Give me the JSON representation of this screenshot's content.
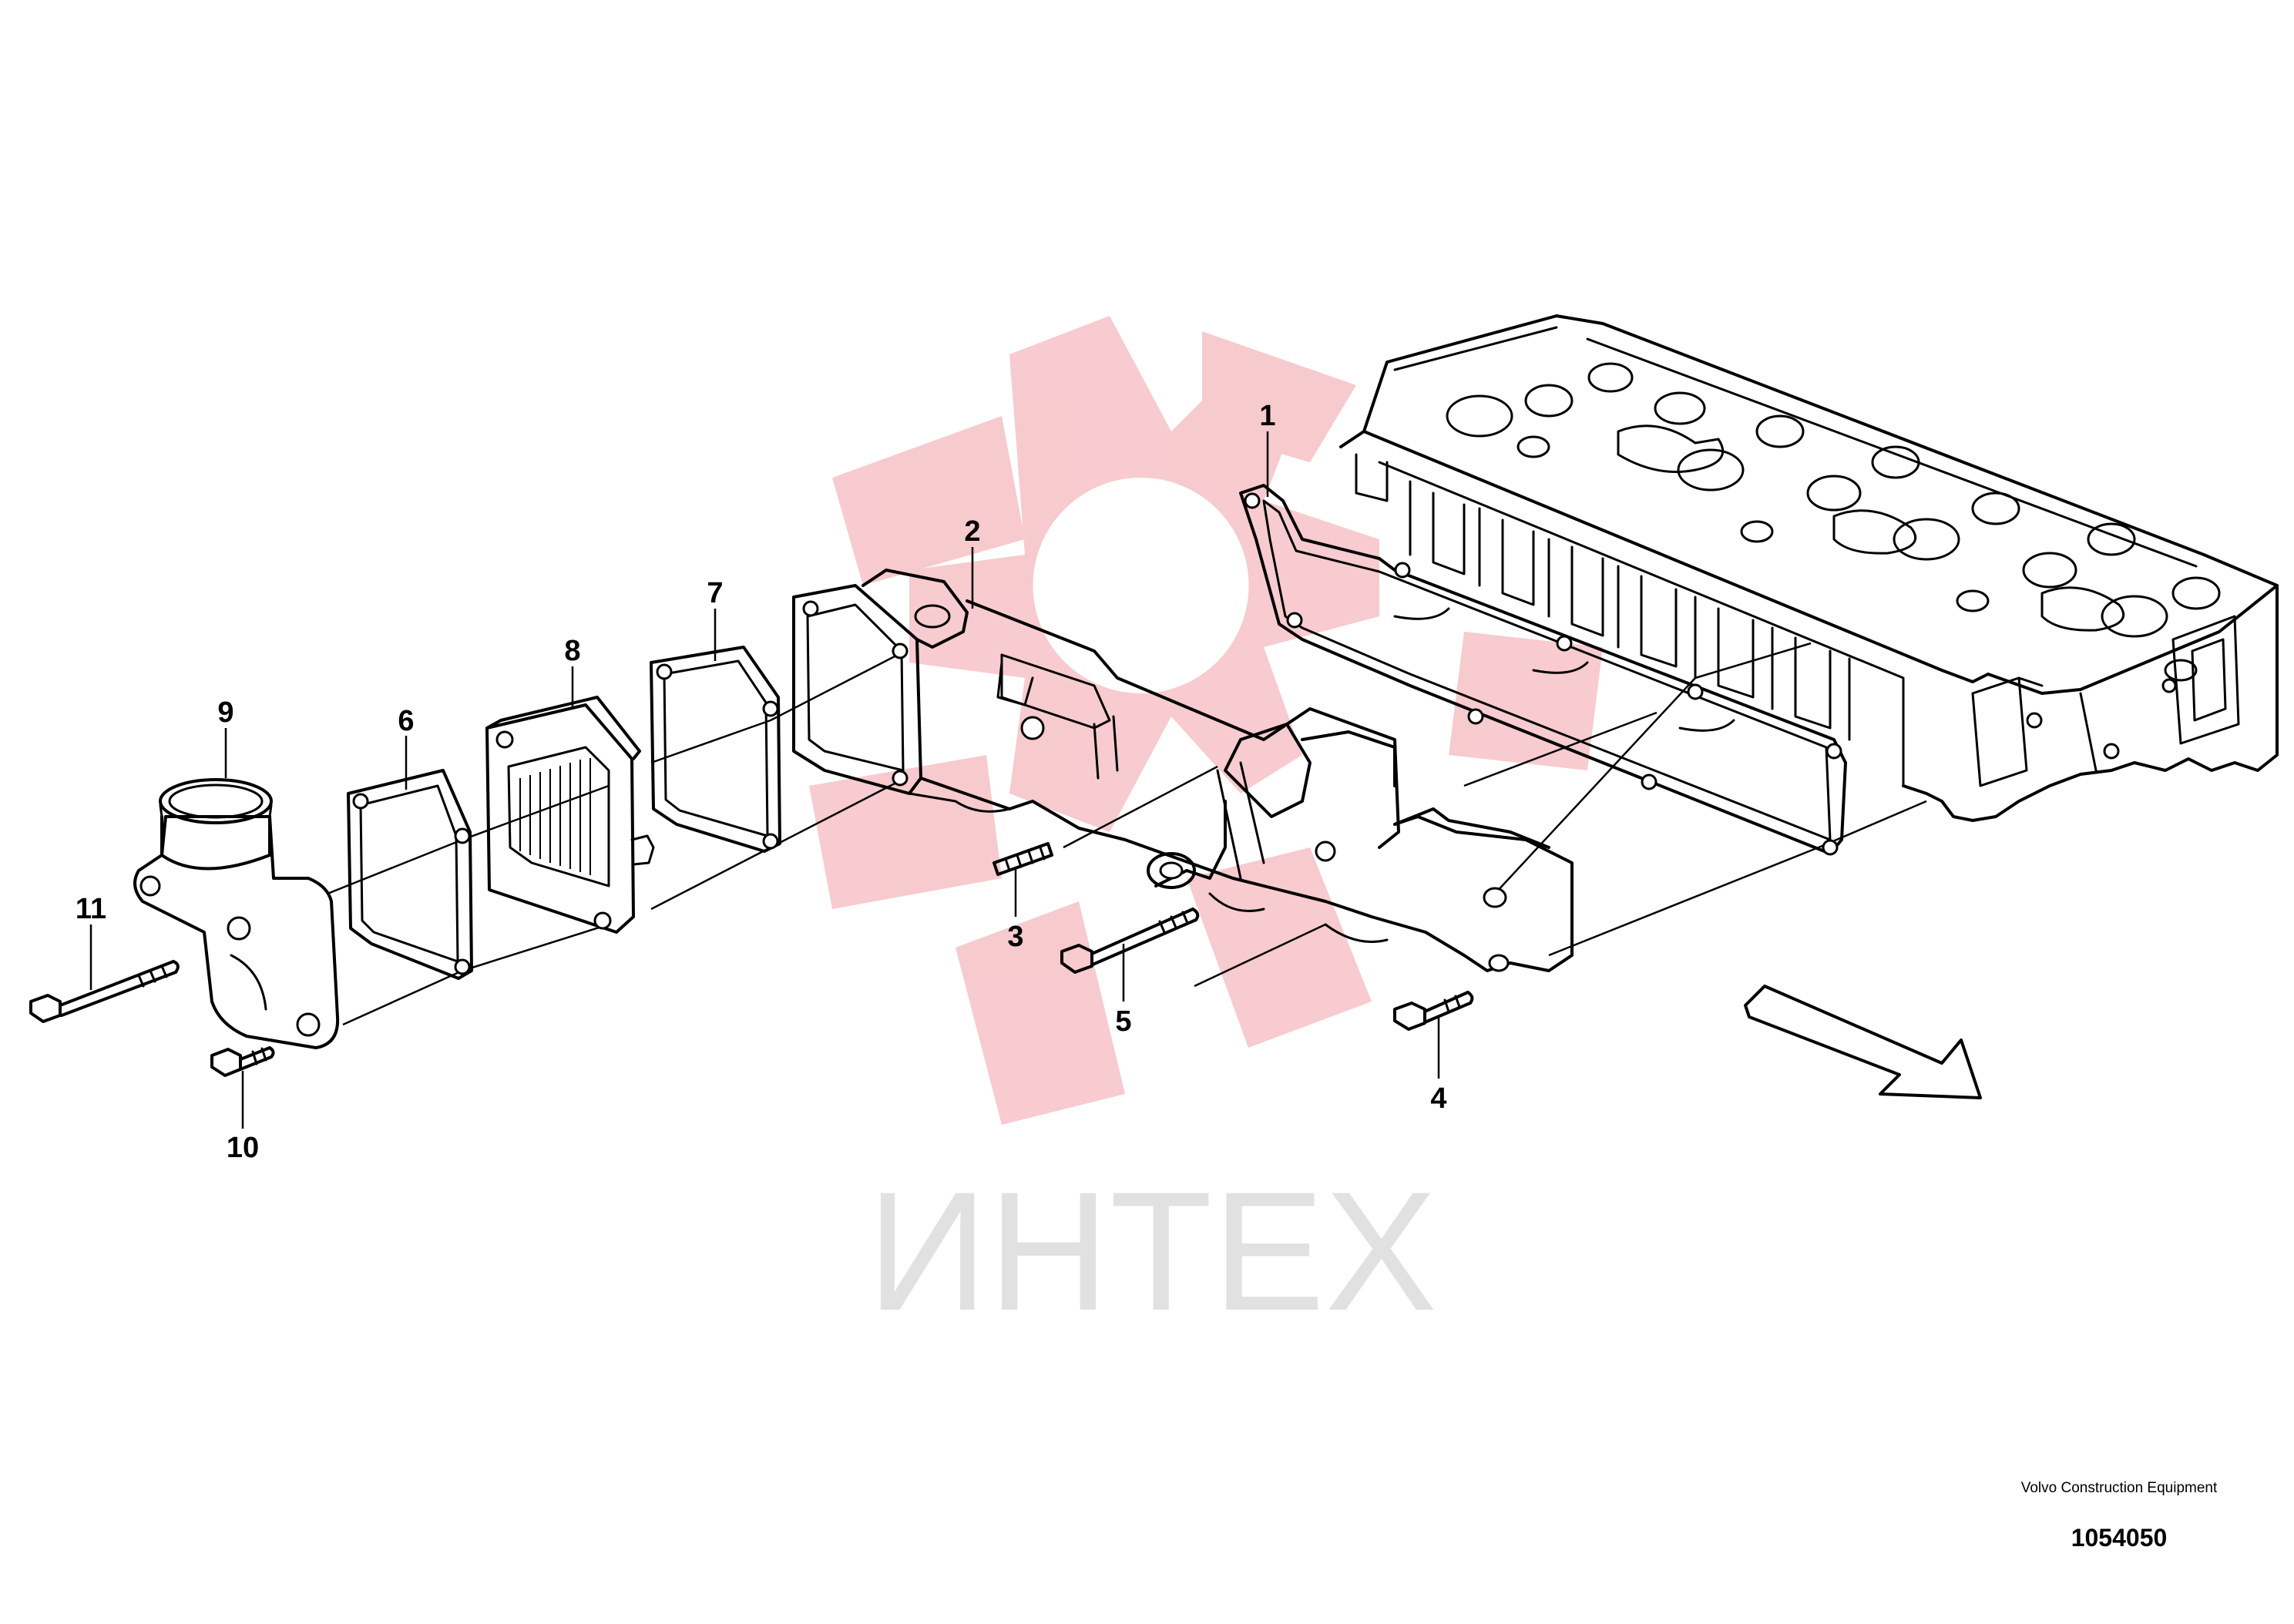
{
  "watermark": {
    "text": "ИНТЕХ",
    "gear_color": "#f7c8cc",
    "text_color": "#e1e1e1"
  },
  "callouts": [
    "1",
    "2",
    "3",
    "4",
    "5",
    "6",
    "7",
    "8",
    "9",
    "10",
    "11"
  ],
  "publisher": "Volvo Construction Equipment",
  "drawing_number": "1054050"
}
